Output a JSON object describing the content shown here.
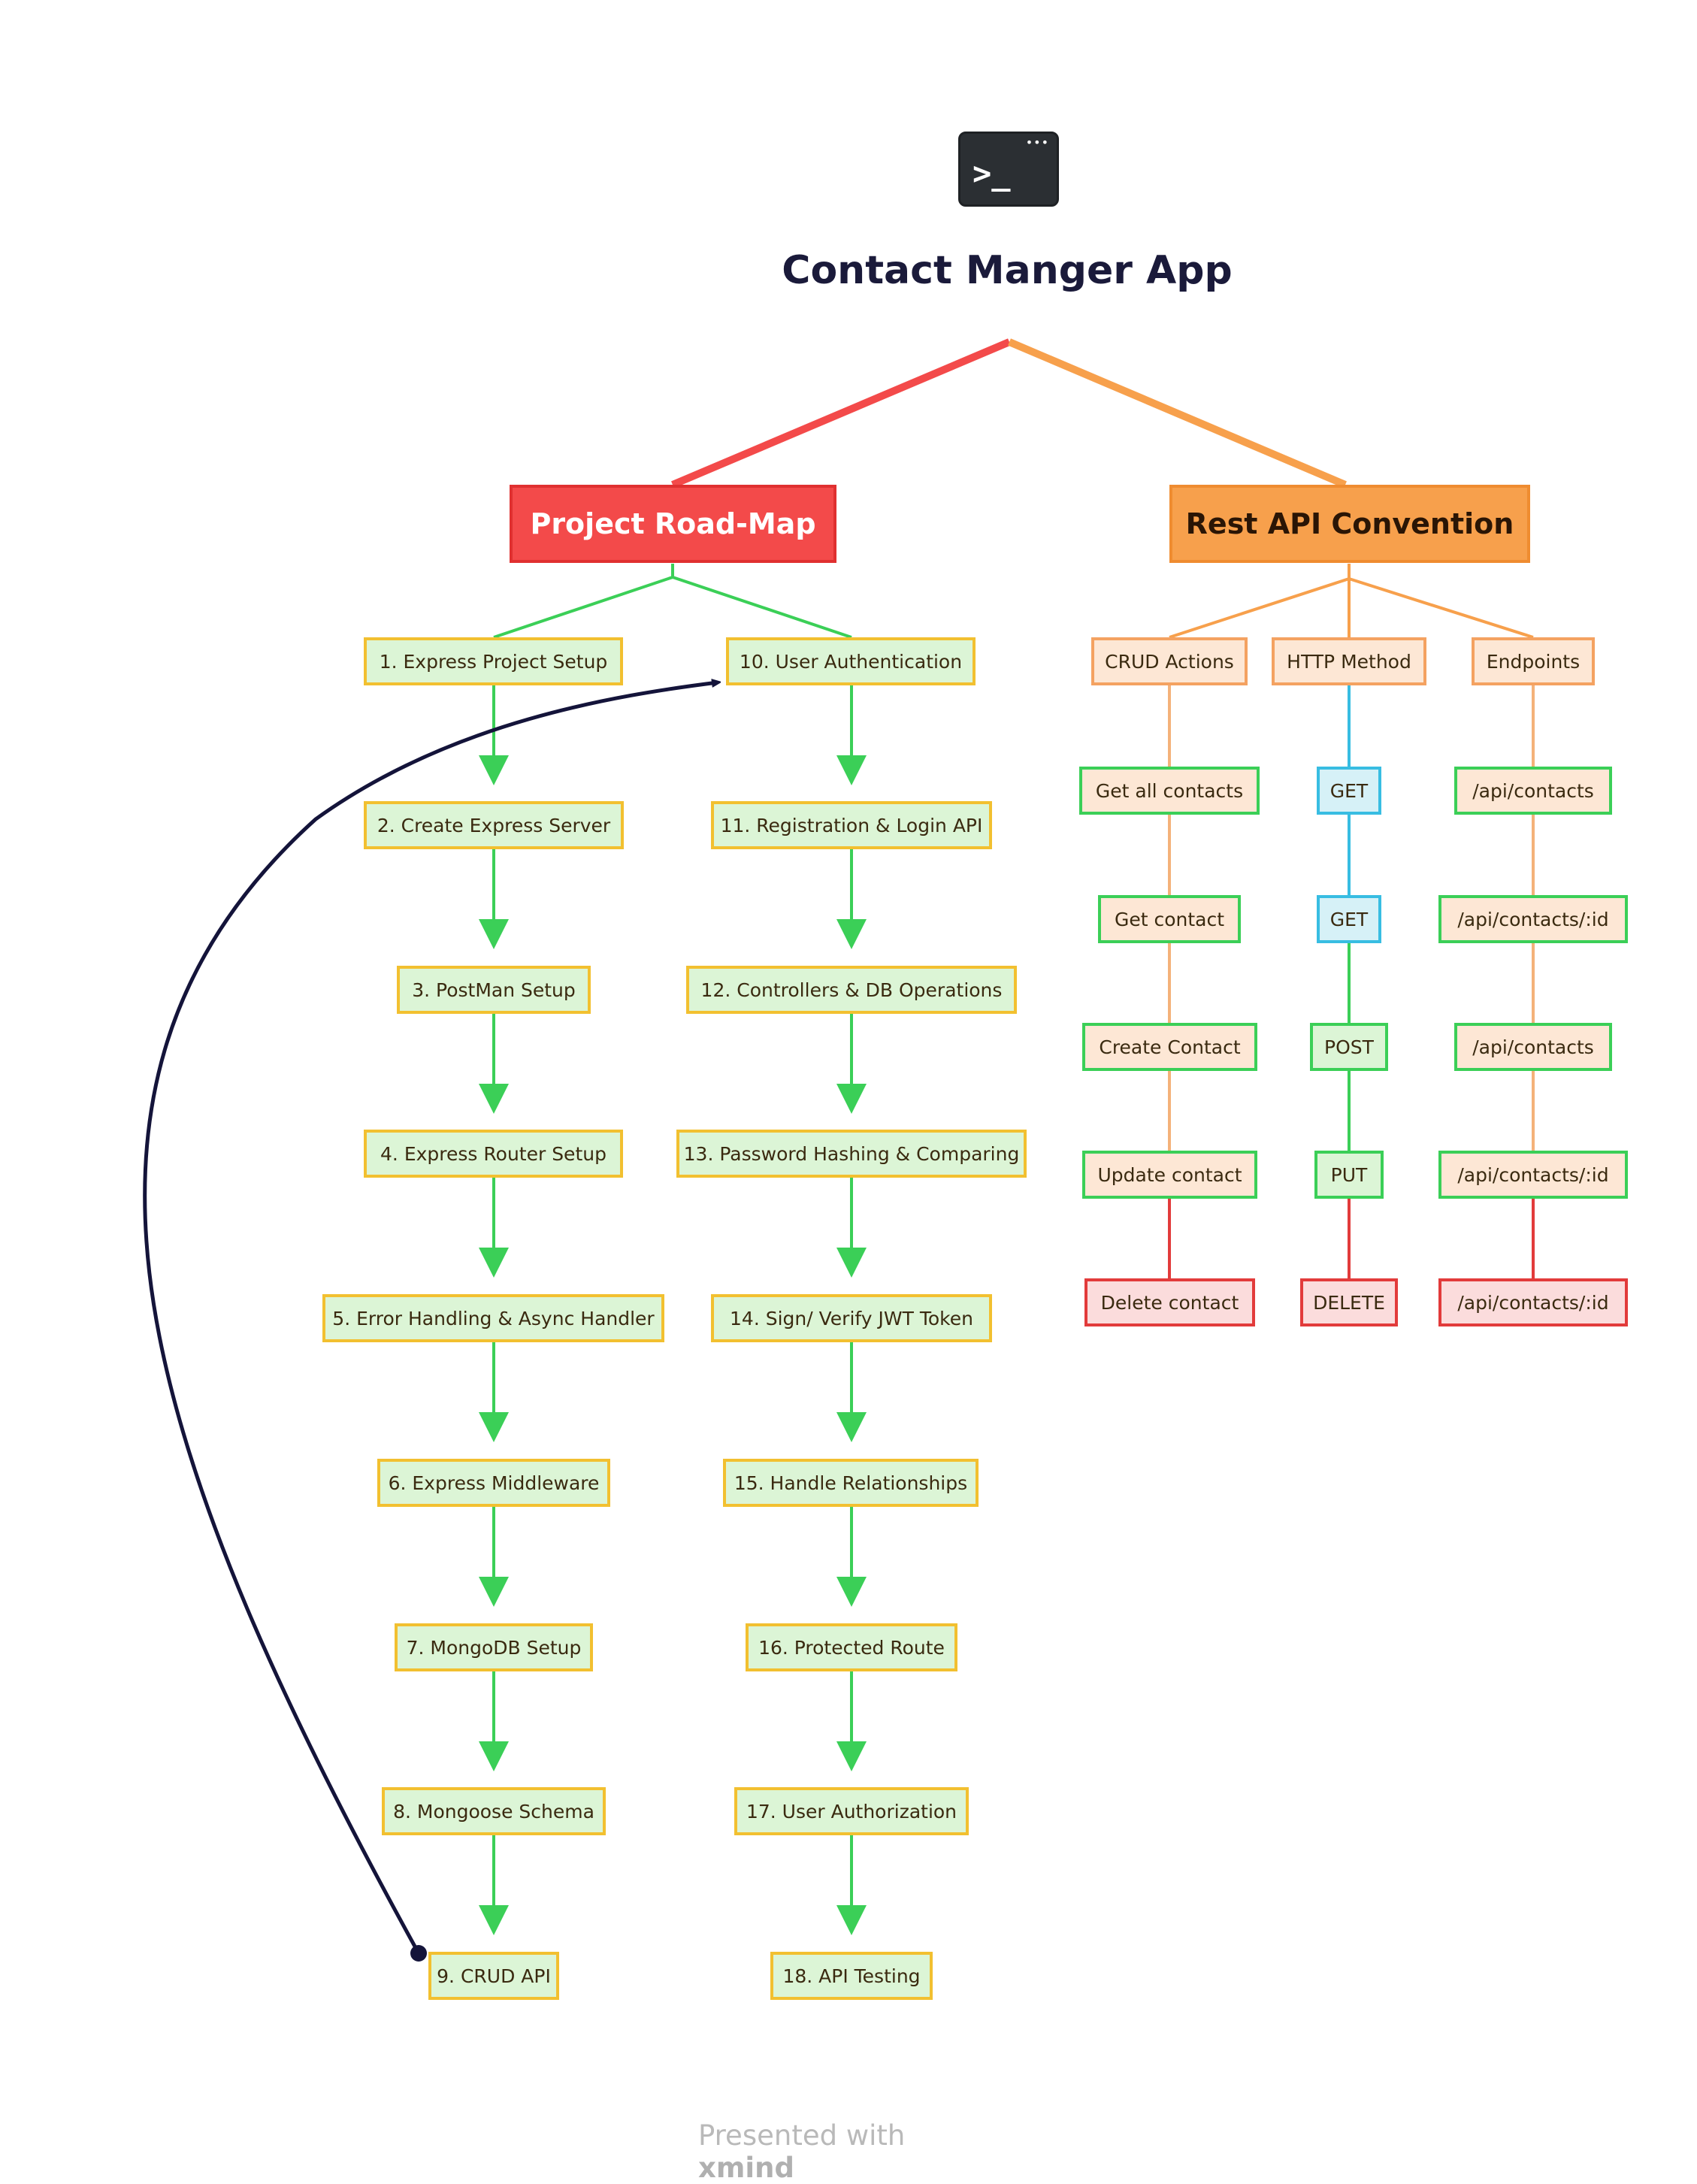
{
  "header": {
    "icon": "terminal-icon",
    "prompt_glyph": ">_",
    "title": "Contact Manger App"
  },
  "branches": {
    "roadmap": "Project Road-Map",
    "rest": "Rest API Convention"
  },
  "roadmap_steps": {
    "s1": "1. Express Project Setup",
    "s2": "2. Create Express Server",
    "s3": "3. PostMan Setup",
    "s4": "4. Express Router Setup",
    "s5": "5. Error Handling & Async Handler",
    "s6": "6. Express Middleware",
    "s7": "7. MongoDB Setup",
    "s8": "8. Mongoose Schema",
    "s9": "9. CRUD API",
    "s10": "10. User Authentication",
    "s11": "11. Registration & Login API",
    "s12": "12. Controllers & DB Operations",
    "s13": "13. Password Hashing & Comparing",
    "s14": "14. Sign/ Verify JWT Token",
    "s15": "15. Handle Relationships",
    "s16": "16. Protected Route",
    "s17": "17. User Authorization",
    "s18": "18. API Testing"
  },
  "rest": {
    "headers": {
      "crud": "CRUD Actions",
      "method": "HTTP Method",
      "endpoints": "Endpoints"
    },
    "crud": [
      "Get all contacts",
      "Get contact",
      "Create Contact",
      "Update contact",
      "Delete contact"
    ],
    "methods": [
      "GET",
      "GET",
      "POST",
      "PUT",
      "DELETE"
    ],
    "endpoints": [
      "/api/contacts",
      "/api/contacts/:id",
      "/api/contacts",
      "/api/contacts/:id",
      "/api/contacts/:id"
    ]
  },
  "colors": {
    "red": "#f34a4a",
    "orange": "#f7a04c",
    "green": "#3bcf57",
    "yellow": "#f2c030",
    "blue": "#38bde2",
    "navy": "#14143a"
  },
  "footer": {
    "prefix": "Presented with",
    "brand": "xmind"
  }
}
